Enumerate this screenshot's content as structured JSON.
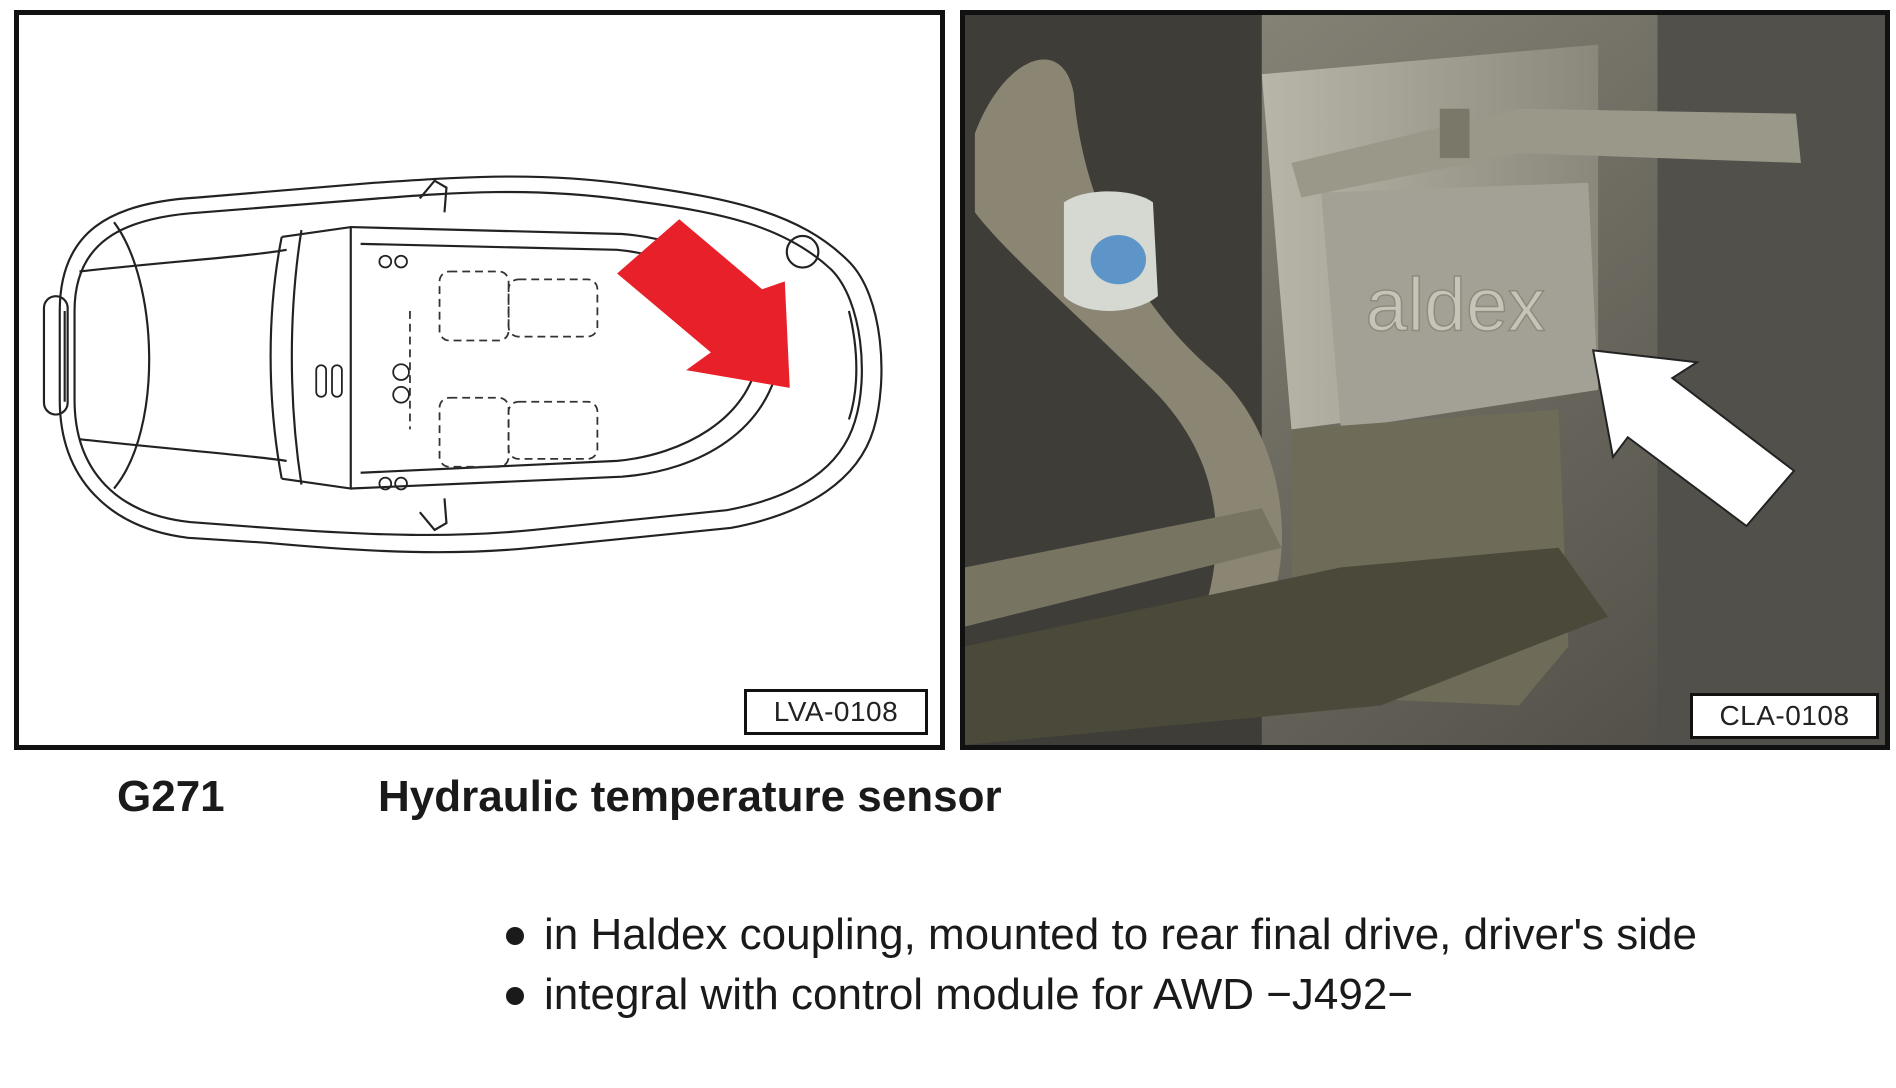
{
  "figures": [
    {
      "ref": "LVA-0108",
      "icon": "car-top-view-line-drawing",
      "arrow_color": "#e8202a"
    },
    {
      "ref": "CLA-0108",
      "icon": "haldex-coupling-photo",
      "arrow_color": "#ffffff",
      "housing_text": "aldex"
    }
  ],
  "component": {
    "code": "G271",
    "name": "Hydraulic temperature sensor"
  },
  "details": [
    "in Haldex coupling, mounted to rear final drive, driver's side",
    "integral with control module for AWD −J492−"
  ]
}
